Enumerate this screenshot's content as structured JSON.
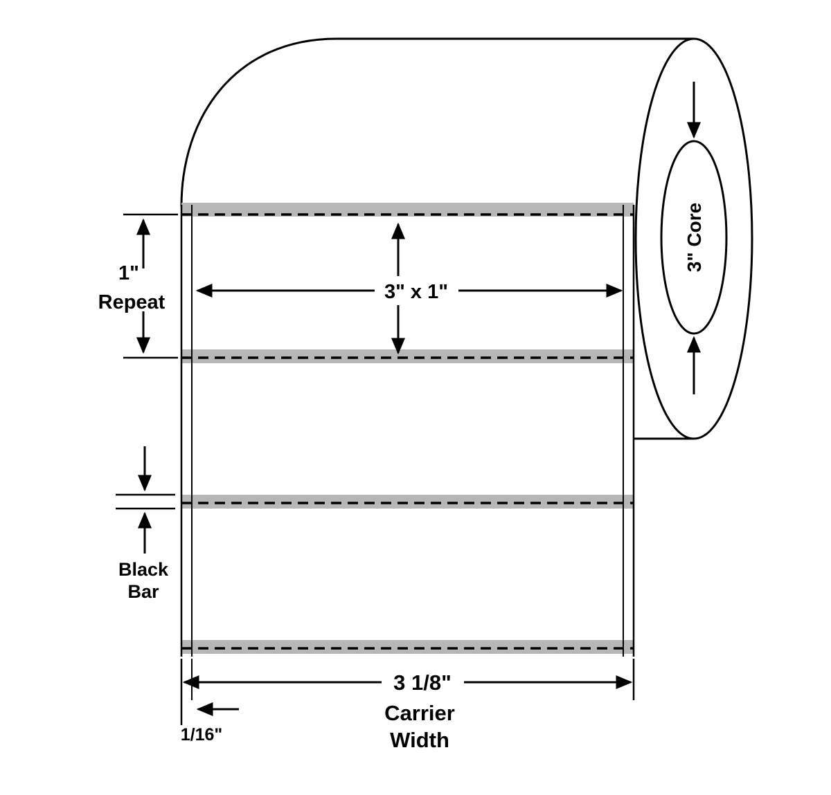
{
  "diagram": {
    "type": "label-roll-specification",
    "repeat": {
      "value": "1\"",
      "label": "Repeat"
    },
    "label_size": {
      "value": "3\" x 1\""
    },
    "core": {
      "value": "3\" Core"
    },
    "black_bar": {
      "line1": "Black",
      "line2": "Bar"
    },
    "carrier": {
      "value": "3 1/8\"",
      "line1": "Carrier",
      "line2": "Width"
    },
    "edge_gap": {
      "value": "1/16\""
    },
    "colors": {
      "band_gray": "#b7b7b7",
      "line": "#000000",
      "background": "#ffffff"
    }
  }
}
